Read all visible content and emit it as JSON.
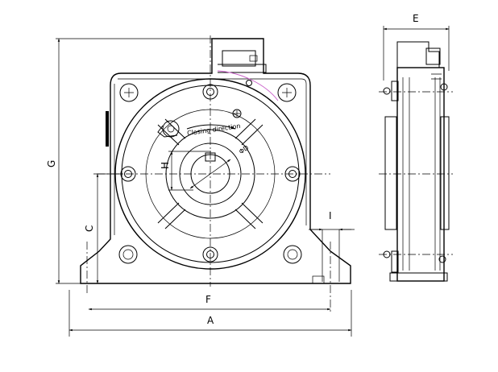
{
  "labels": {
    "E": "E",
    "G": "G",
    "H": "H",
    "C": "C",
    "I": "I",
    "F": "F",
    "A": "A",
    "phiD": "ΦD",
    "closing_direction": "Closing direction"
  }
}
